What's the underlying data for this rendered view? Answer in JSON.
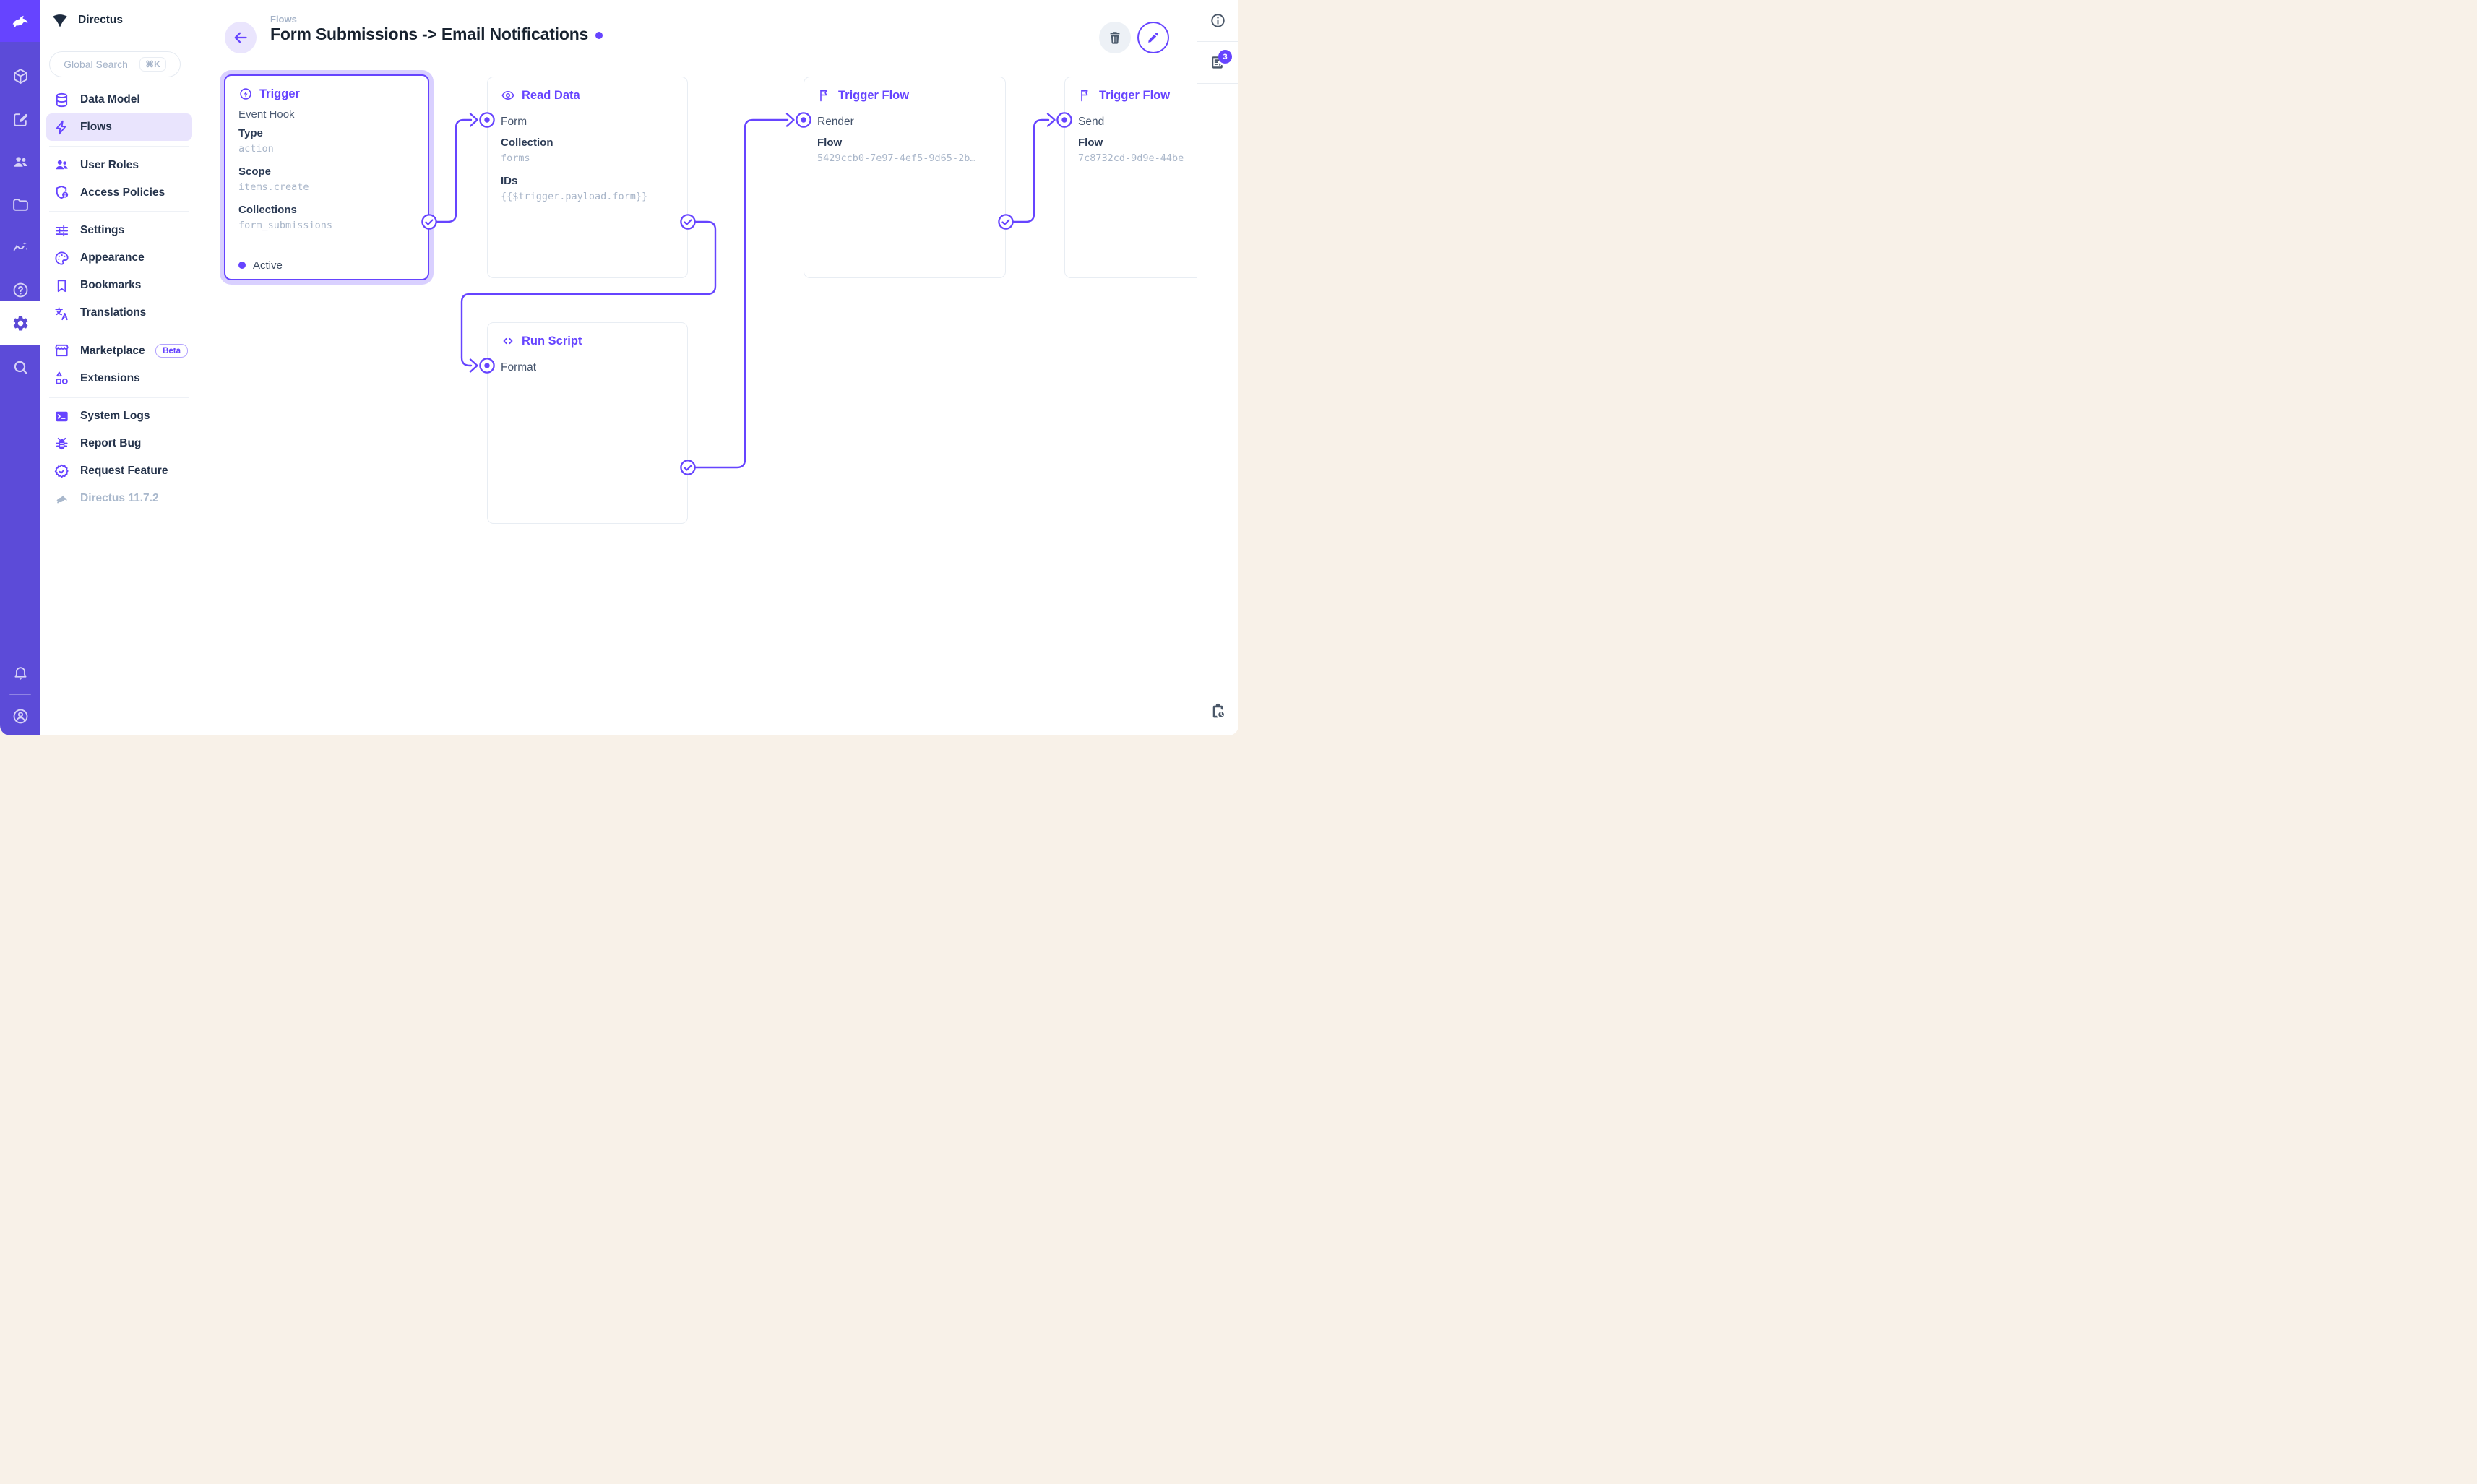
{
  "colors": {
    "accent": "#6644ff",
    "module_bar": "#5c4bd8",
    "logo_cell": "#6644ff",
    "selected_nav_bg": "#e9e4fd",
    "mono_value": "#a9b6c9",
    "desktop_cream": "#f8f1e8"
  },
  "module_bar": {
    "items": [
      "content-box",
      "editor",
      "user-directory",
      "file-library",
      "insights",
      "help",
      "settings",
      "search"
    ],
    "active_item": "settings",
    "bottom_items": [
      "notifications",
      "account"
    ]
  },
  "sidebar": {
    "project_name": "Directus",
    "search": {
      "placeholder": "Global Search",
      "shortcut": "⌘K"
    },
    "items": [
      {
        "label": "Data Model",
        "icon": "database"
      },
      {
        "label": "Flows",
        "icon": "bolt",
        "selected": true
      },
      {
        "label": "User Roles",
        "icon": "people"
      },
      {
        "label": "Access Policies",
        "icon": "shield-user"
      },
      {
        "label": "Settings",
        "icon": "tune"
      },
      {
        "label": "Appearance",
        "icon": "palette"
      },
      {
        "label": "Bookmarks",
        "icon": "bookmark"
      },
      {
        "label": "Translations",
        "icon": "translate"
      },
      {
        "label": "Marketplace",
        "icon": "storefront",
        "badge": "Beta"
      },
      {
        "label": "Extensions",
        "icon": "extension"
      },
      {
        "label": "System Logs",
        "icon": "terminal"
      },
      {
        "label": "Report Bug",
        "icon": "bug"
      },
      {
        "label": "Request Feature",
        "icon": "seal-check"
      }
    ],
    "version": "Directus 11.7.2"
  },
  "header": {
    "breadcrumb": "Flows",
    "title": "Form Submissions -> Email Notifications"
  },
  "panels": {
    "trigger": {
      "title": "Trigger",
      "type_label": "Event Hook",
      "fields": [
        {
          "label": "Type",
          "value": "action"
        },
        {
          "label": "Scope",
          "value": "items.create"
        },
        {
          "label": "Collections",
          "value": "form_submissions"
        }
      ],
      "status": "Active"
    },
    "read_data": {
      "title": "Read Data",
      "input": "Form",
      "fields": [
        {
          "label": "Collection",
          "value": "forms"
        },
        {
          "label": "IDs",
          "value": "{{$trigger.payload.form}}"
        }
      ]
    },
    "run_script": {
      "title": "Run Script",
      "input": "Format"
    },
    "trigger_flow_1": {
      "title": "Trigger Flow",
      "input": "Render",
      "fields": [
        {
          "label": "Flow",
          "value": "5429ccb0-7e97-4ef5-9d65-2b…"
        }
      ]
    },
    "trigger_flow_2": {
      "title": "Trigger Flow",
      "input": "Send",
      "fields": [
        {
          "label": "Flow",
          "value": "7c8732cd-9d9e-44be"
        }
      ]
    }
  },
  "right_sidebar": {
    "icons": [
      "info",
      "revisions",
      "flow-activity"
    ],
    "revisions_badge": "3"
  }
}
